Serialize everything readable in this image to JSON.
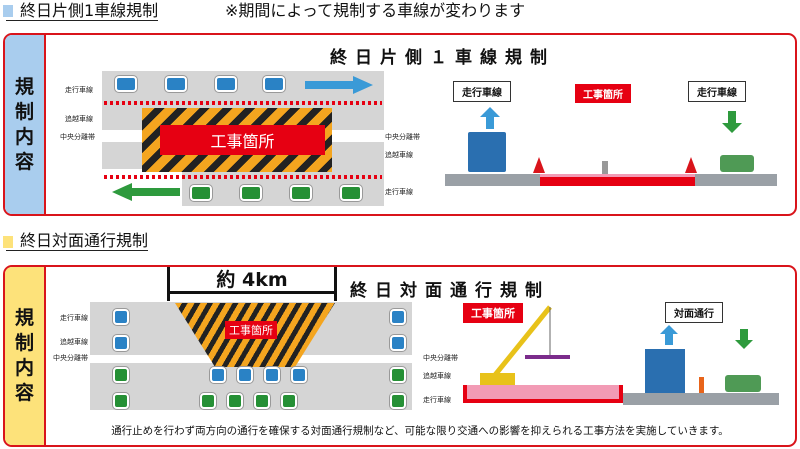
{
  "section1": {
    "heading": "終日片側1車線規制",
    "note": "※期間によって規制する車線が変わります",
    "side_label": [
      "規",
      "制",
      "内",
      "容"
    ],
    "diagram_title": "終日片側１車線規制",
    "lane_labels": {
      "travel": "走行車線",
      "passing": "追越車線",
      "median": "中央分離帯"
    },
    "work_zone": "工事箇所",
    "cross_section": {
      "left_tag": "走行車線",
      "center_tag": "工事箇所",
      "right_tag": "走行車線"
    }
  },
  "section2": {
    "heading": "終日対面通行規制",
    "side_label": [
      "規",
      "制",
      "内",
      "容"
    ],
    "distance": "約 4km",
    "diagram_title": "終日対面通行規制",
    "lane_labels": {
      "travel": "走行車線",
      "passing": "追越車線",
      "median": "中央分離帯"
    },
    "work_zone": "工事箇所",
    "cross_section": {
      "work_tag": "工事箇所",
      "traffic_tag": "対面通行"
    },
    "description": "通行止めを行わず両方向の通行を確保する対面通行規制など、可能な限り交通への影響を抑えられる工事方法を実施していきます。"
  },
  "colors": {
    "accent_red": "#d9141b",
    "section1_side": "#a9cdee",
    "section2_side": "#fde27a",
    "blue_car": "#2a82c5",
    "green_car": "#259035"
  }
}
